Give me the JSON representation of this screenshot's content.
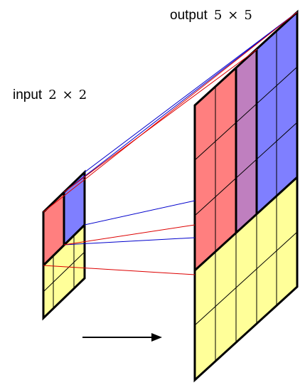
{
  "input": {
    "label": "input",
    "size": "2",
    "times": "×"
  },
  "output": {
    "label": "output",
    "size": "5",
    "times": "×"
  },
  "colors": {
    "red": "#ff7f7f",
    "blue": "#7f7fff",
    "purple": "#bf7fbf",
    "yellow": "#ffff99",
    "line_red": "#dd0000",
    "line_blue": "#0000cc"
  }
}
